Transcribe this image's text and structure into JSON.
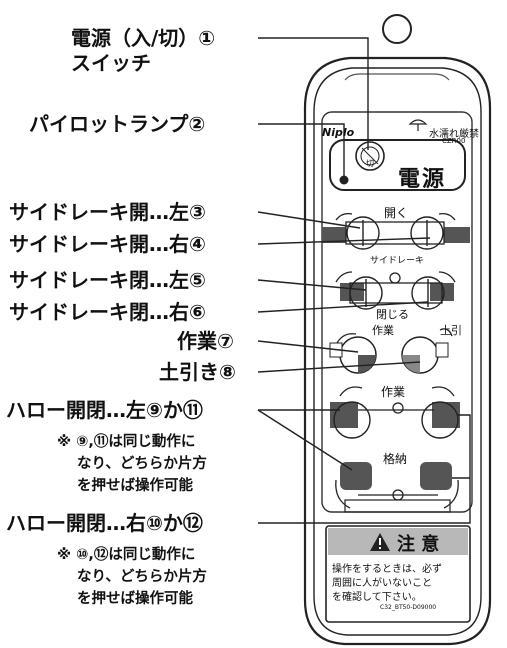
{
  "labels": {
    "power": "電源（入/切）①",
    "power_sub": "スイッチ",
    "pilot": "パイロットランプ②",
    "side_open_left": "サイドレーキ開…左③",
    "side_open_right": "サイドレーキ開…右④",
    "side_close_left": "サイドレーキ閉…左⑤",
    "side_close_right": "サイドレーキ閉…右⑥",
    "work": "作業⑦",
    "soil": "土引き⑧",
    "harrow_left": "ハロー開閉…左⑨か⑪",
    "harrow_left_note1": "※ ⑨,⑪は同じ動作に",
    "harrow_left_note2": "なり、どちらか片方",
    "harrow_left_note3": "を押せば操作可能",
    "harrow_right": "ハロー開閉…右⑩か⑫",
    "harrow_right_note1": "※ ⑩,⑫は同じ動作に",
    "harrow_right_note2": "なり、どちらか片方",
    "harrow_right_note3": "を押せば操作可能"
  },
  "remote": {
    "brand": "Niplo",
    "water_warning": "水濡れ厳禁",
    "model": "CZR00",
    "power_label": "電源",
    "power_button_text": "切",
    "open_label": "開く",
    "side_rake_label": "サイドレーキ",
    "close_label": "閉じる",
    "work_label": "作業",
    "soil_label": "土引",
    "harrow_work_label": "作業",
    "storage_label": "格納",
    "caution_title": "注 意",
    "caution_line1": "操作をするときは、必ず",
    "caution_line2": "周囲に人がいないこと",
    "caution_line3": "を確認して下さい。",
    "caution_code": "C32_BT50-D09000"
  }
}
